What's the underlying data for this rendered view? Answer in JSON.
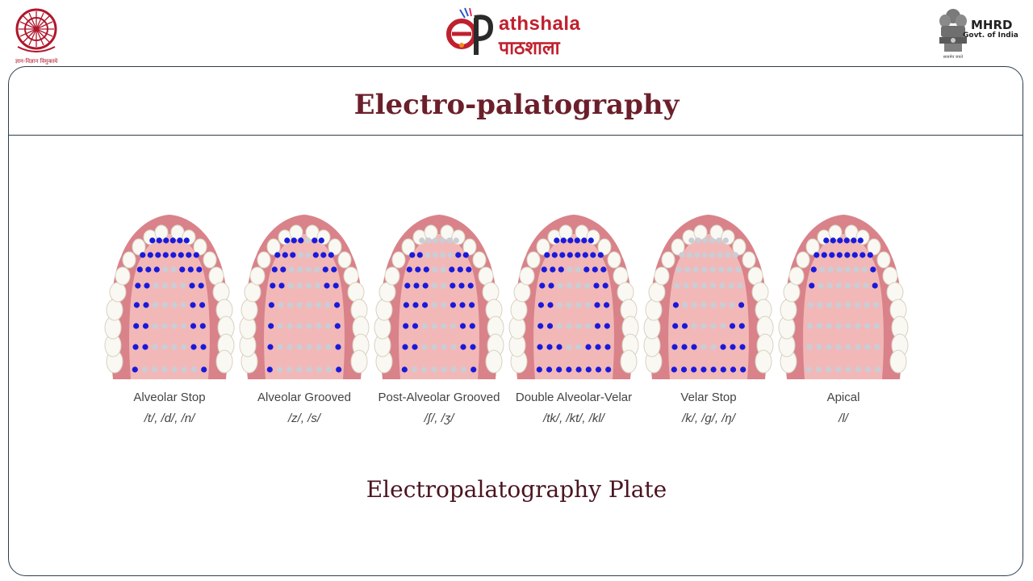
{
  "header": {
    "ugc_tagline": "ज्ञान-विज्ञान विमुक्तये",
    "logo_latin": "athshala",
    "logo_devanagari": "पाठशाला",
    "mhrd_title": "MHRD",
    "mhrd_subtitle": "Govt. of India",
    "emblem_motto": "सत्यमेव जयते"
  },
  "slide": {
    "title": "Electro-palatography",
    "caption": "Electropalatography Plate"
  },
  "plates": [
    {
      "name": "Alveolar Stop",
      "phonemes": "/t/, /d/, /n/"
    },
    {
      "name": "Alveolar Grooved",
      "phonemes": "/z/, /s/"
    },
    {
      "name": "Post-Alveolar Grooved",
      "phonemes": "/ʃ/, /ʒ/"
    },
    {
      "name": "Double Alveolar-Velar",
      "phonemes": "/tk/, /kt/, /kl/"
    },
    {
      "name": "Velar Stop",
      "phonemes": "/k/, /g/, /ŋ/"
    },
    {
      "name": "Apical",
      "phonemes": "/l/"
    }
  ],
  "colors": {
    "title": "#6b1f2a",
    "frame": "#2a3e4f",
    "active_electrode": "#1a1adb",
    "inactive_electrode": "#c9cdd6",
    "palate": "#f2b8b8",
    "gum": "#d9828a"
  },
  "icons": [
    "ugc-emblem-icon",
    "epathshala-logo-icon",
    "ashoka-emblem-icon"
  ]
}
